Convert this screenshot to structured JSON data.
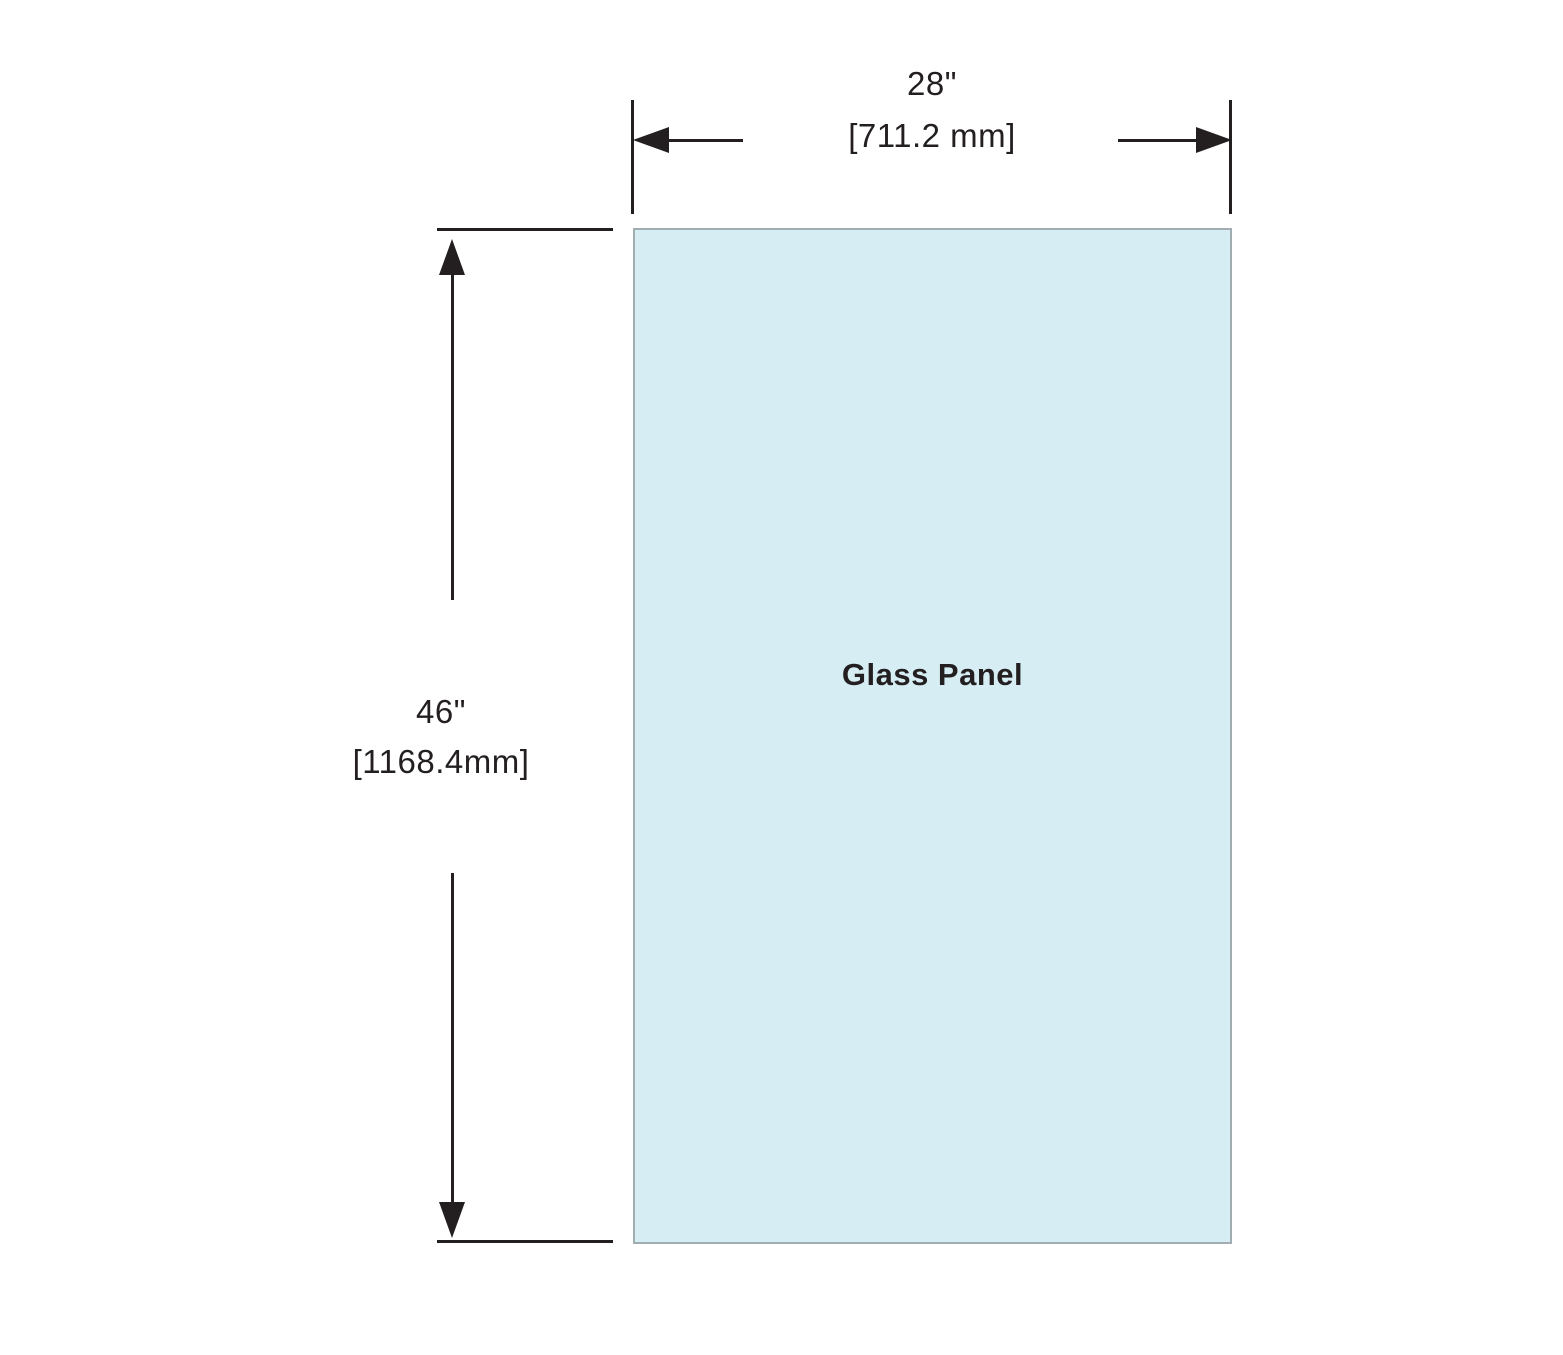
{
  "panel": {
    "label": "Glass Panel"
  },
  "dimensions": {
    "width": {
      "inches": "28\"",
      "metric": "[711.2 mm]"
    },
    "height": {
      "inches": "46\"",
      "metric": "[1168.4mm]"
    }
  },
  "colors": {
    "background": "#ffffff",
    "panel_fill": "#d6edf3",
    "panel_border": "#a0adb1",
    "line": "#231f20"
  }
}
